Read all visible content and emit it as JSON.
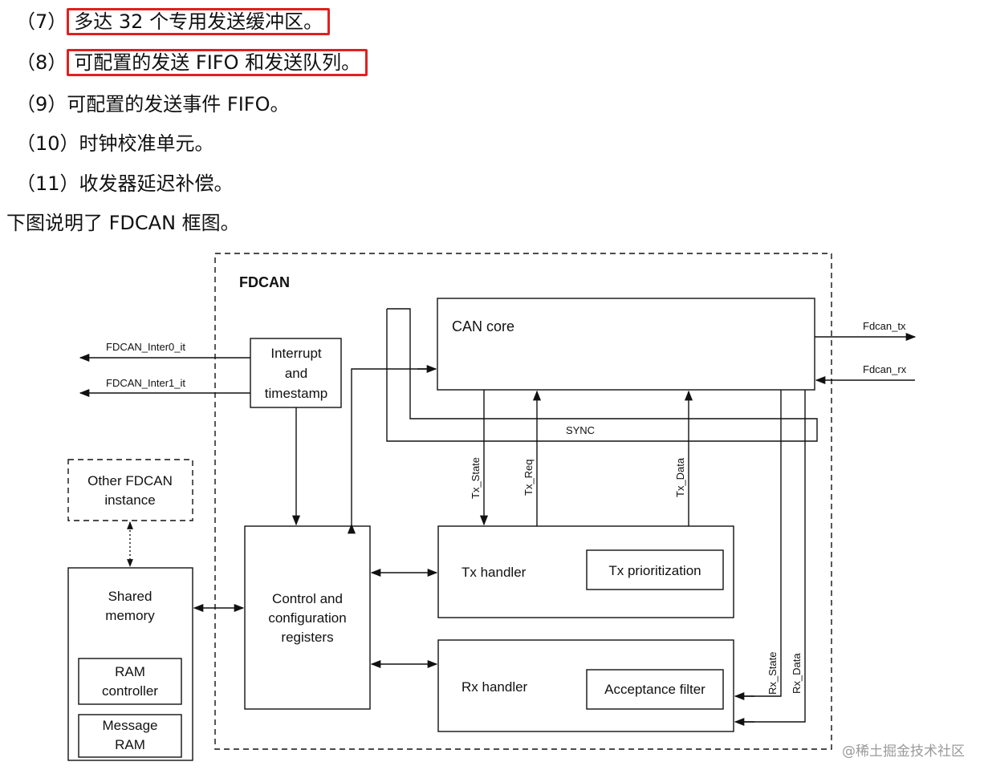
{
  "list_items": [
    {
      "num": "（7）",
      "text": "多达 32 个专用发送缓冲区。",
      "highlighted": true
    },
    {
      "num": "（8）",
      "text": "可配置的发送 FIFO 和发送队列。",
      "highlighted": true
    },
    {
      "num": "（9）",
      "text": "可配置的发送事件 FIFO。",
      "highlighted": false
    },
    {
      "num": "（10）",
      "text": "时钟校准单元。",
      "highlighted": false
    },
    {
      "num": "（11）",
      "text": "收发器延迟补偿。",
      "highlighted": false
    }
  ],
  "intro_sentence": "下图说明了 FDCAN 框图。",
  "highlight_color": "#e02020",
  "diagram": {
    "title": "FDCAN",
    "can_core": "CAN core",
    "interrupt_block": [
      "Interrupt",
      "and",
      "timestamp"
    ],
    "other_instance": [
      "Other FDCAN",
      "instance"
    ],
    "shared_memory": [
      "Shared",
      "memory"
    ],
    "ram_controller": [
      "RAM",
      "controller"
    ],
    "message_ram": [
      "Message",
      "RAM"
    ],
    "control_block": [
      "Control and",
      "configuration",
      "registers"
    ],
    "tx_handler": "Tx handler",
    "tx_prioritization": "Tx prioritization",
    "rx_handler": "Rx handler",
    "acceptance_filter": "Acceptance filter",
    "sync": "SYNC",
    "signals": {
      "inter0": "FDCAN_Inter0_it",
      "inter1": "FDCAN_Inter1_it",
      "fdcan_tx": "Fdcan_tx",
      "fdcan_rx": "Fdcan_rx",
      "tx_state": "Tx_State",
      "tx_req": "Tx_Req",
      "tx_data": "Tx_Data",
      "rx_state": "Rx_State",
      "rx_data": "Rx_Data"
    }
  },
  "watermark": "@稀土掘金技术社区"
}
